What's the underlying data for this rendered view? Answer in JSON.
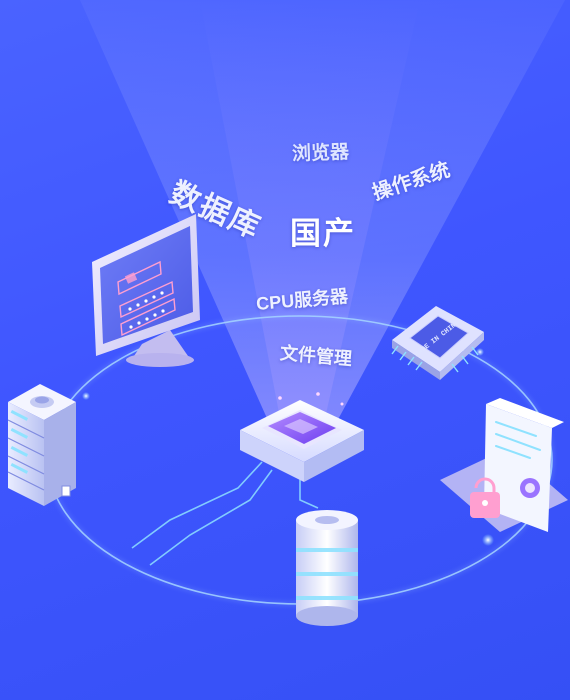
{
  "labels": {
    "browser": "浏览器",
    "database": "数据库",
    "os": "操作系统",
    "domestic": "国产",
    "cpu_server": "CPU服务器",
    "file_management": "文件管理"
  },
  "chip": {
    "marking": "MADE IN CHINA"
  },
  "icons": [
    "monitor-icon",
    "server-rack-icon",
    "database-cylinder-icon",
    "cpu-chip-icon",
    "document-lock-icon",
    "central-processor-icon"
  ],
  "colors": {
    "background": "#3f56ff",
    "glow": "#9ec4ff",
    "orbit": "#a8d8ff",
    "accent_purple": "#8a5cff",
    "lock_pink": "#ff9fd0"
  }
}
